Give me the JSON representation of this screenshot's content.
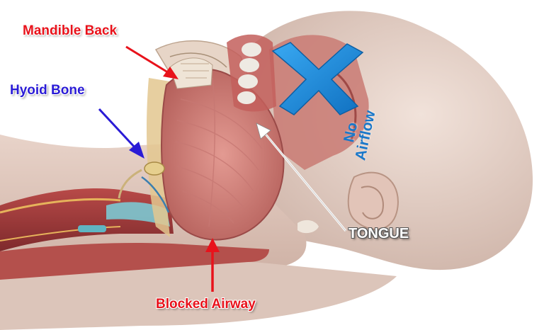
{
  "labels": {
    "mandible": "Mandible Back",
    "hyoid": "Hyoid Bone",
    "airway": "Blocked Airway",
    "tongue": "TONGUE",
    "airflow_line1": "No",
    "airflow_line2": "Airflow"
  },
  "colors": {
    "red_label": "#e8121b",
    "blue_label": "#2a1bd6",
    "x_mark": "#1a8fe0",
    "skin": "#e9d6cd",
    "muscle": "#c46a66",
    "airway": "#9c3a3a"
  },
  "icons": {
    "blocked": "x-mark-icon"
  }
}
